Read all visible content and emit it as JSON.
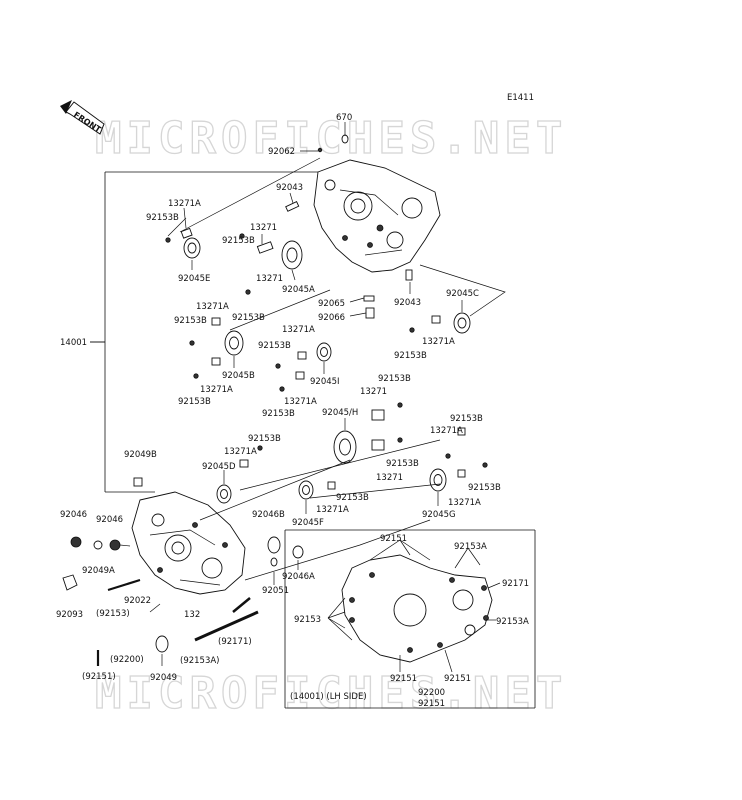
{
  "figure_code": "E1411",
  "front_label": "FRONT",
  "watermark": "MICROFICHES.NET",
  "inset_caption": "(14001) (LH SIDE)",
  "labels": {
    "l670": "670",
    "l92062": "92062",
    "l92043_top": "92043",
    "l13271A_1": "13271A",
    "l92153B_1": "92153B",
    "l13271_1": "13271",
    "l92153B_2": "92153B",
    "l92045E": "92045E",
    "l13271_2": "13271",
    "l92045A": "92045A",
    "l92153B_3": "92153B",
    "l92065": "92065",
    "l92043_mid": "92043",
    "l92045C": "92045C",
    "l13271A_2": "13271A",
    "l92153B_4": "92153B",
    "l92066": "92066",
    "l14001": "14001",
    "l13271A_3": "13271A",
    "l92153B_5": "92153B",
    "l92153B_6": "92153B",
    "l13271A_4": "13271A",
    "l92045B": "92045B",
    "l92045I": "92045I",
    "l13271A_5": "13271A",
    "l92153B_7": "92153B",
    "l13271A_6": "13271A",
    "l13271_3": "13271",
    "l92153B_8": "92153B",
    "l92153B_9": "92153B",
    "l92045H": "92045/H",
    "l92153B_10": "92153B",
    "l13271A_7": "13271A",
    "l92153B_11": "92153B",
    "l13271A_8": "13271A",
    "l92049B": "92049B",
    "l92045D": "92045D",
    "l13271_4": "13271",
    "l92153B_12": "92153B",
    "l92153B_13": "92153B",
    "l92153B_14": "92153B",
    "l13271A_9": "13271A",
    "l92045F": "92045F",
    "l13271A_10": "13271A",
    "l92045G": "92045G",
    "l92046_a": "92046",
    "l92046_b": "92046",
    "l92046B": "92046B",
    "l92049A": "92049A",
    "l92046A": "92046A",
    "l92051": "92051",
    "l92022": "92022",
    "l92153p": "(92153)",
    "l132": "132",
    "l92093": "92093",
    "l92171p": "(92171)",
    "l92200p": "(92200)",
    "l92153Ap": "(92153A)",
    "l92151p": "(92151)",
    "l92049": "92049",
    "i92151_top": "92151",
    "i92153A_top": "92153A",
    "i92171": "92171",
    "i92153": "92153",
    "i92153A_r": "92153A",
    "i92151_b1": "92151",
    "i92151_b2": "92151",
    "i92200": "92200",
    "i92151_b3": "92151"
  }
}
